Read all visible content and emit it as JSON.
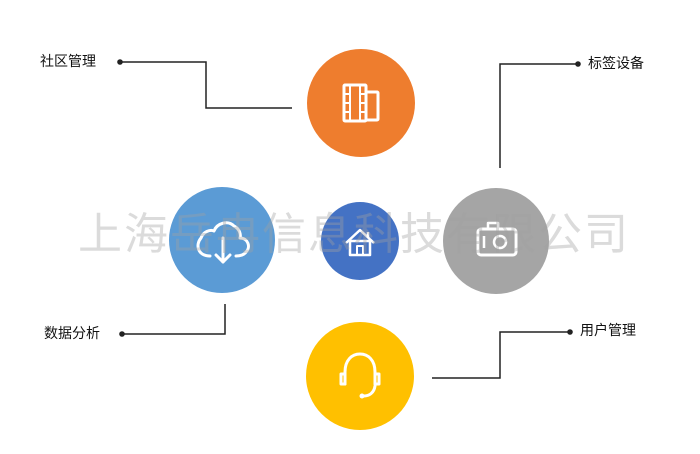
{
  "labels": {
    "community": "社区管理",
    "tag_device": "标签设备",
    "data_analysis": "数据分析",
    "user_mgmt": "用户管理"
  },
  "watermark": "上海岳冉信息科技有限公司",
  "nodes": [
    {
      "id": "film",
      "icon": "film-strip-icon",
      "color": "#ee7d2e"
    },
    {
      "id": "cloud",
      "icon": "cloud-download-icon",
      "color": "#5b9bd5"
    },
    {
      "id": "home",
      "icon": "home-icon",
      "color": "#4472c4"
    },
    {
      "id": "camera",
      "icon": "camera-icon",
      "color": "#a5a5a5"
    },
    {
      "id": "headset",
      "icon": "headset-icon",
      "color": "#ffc000"
    }
  ]
}
